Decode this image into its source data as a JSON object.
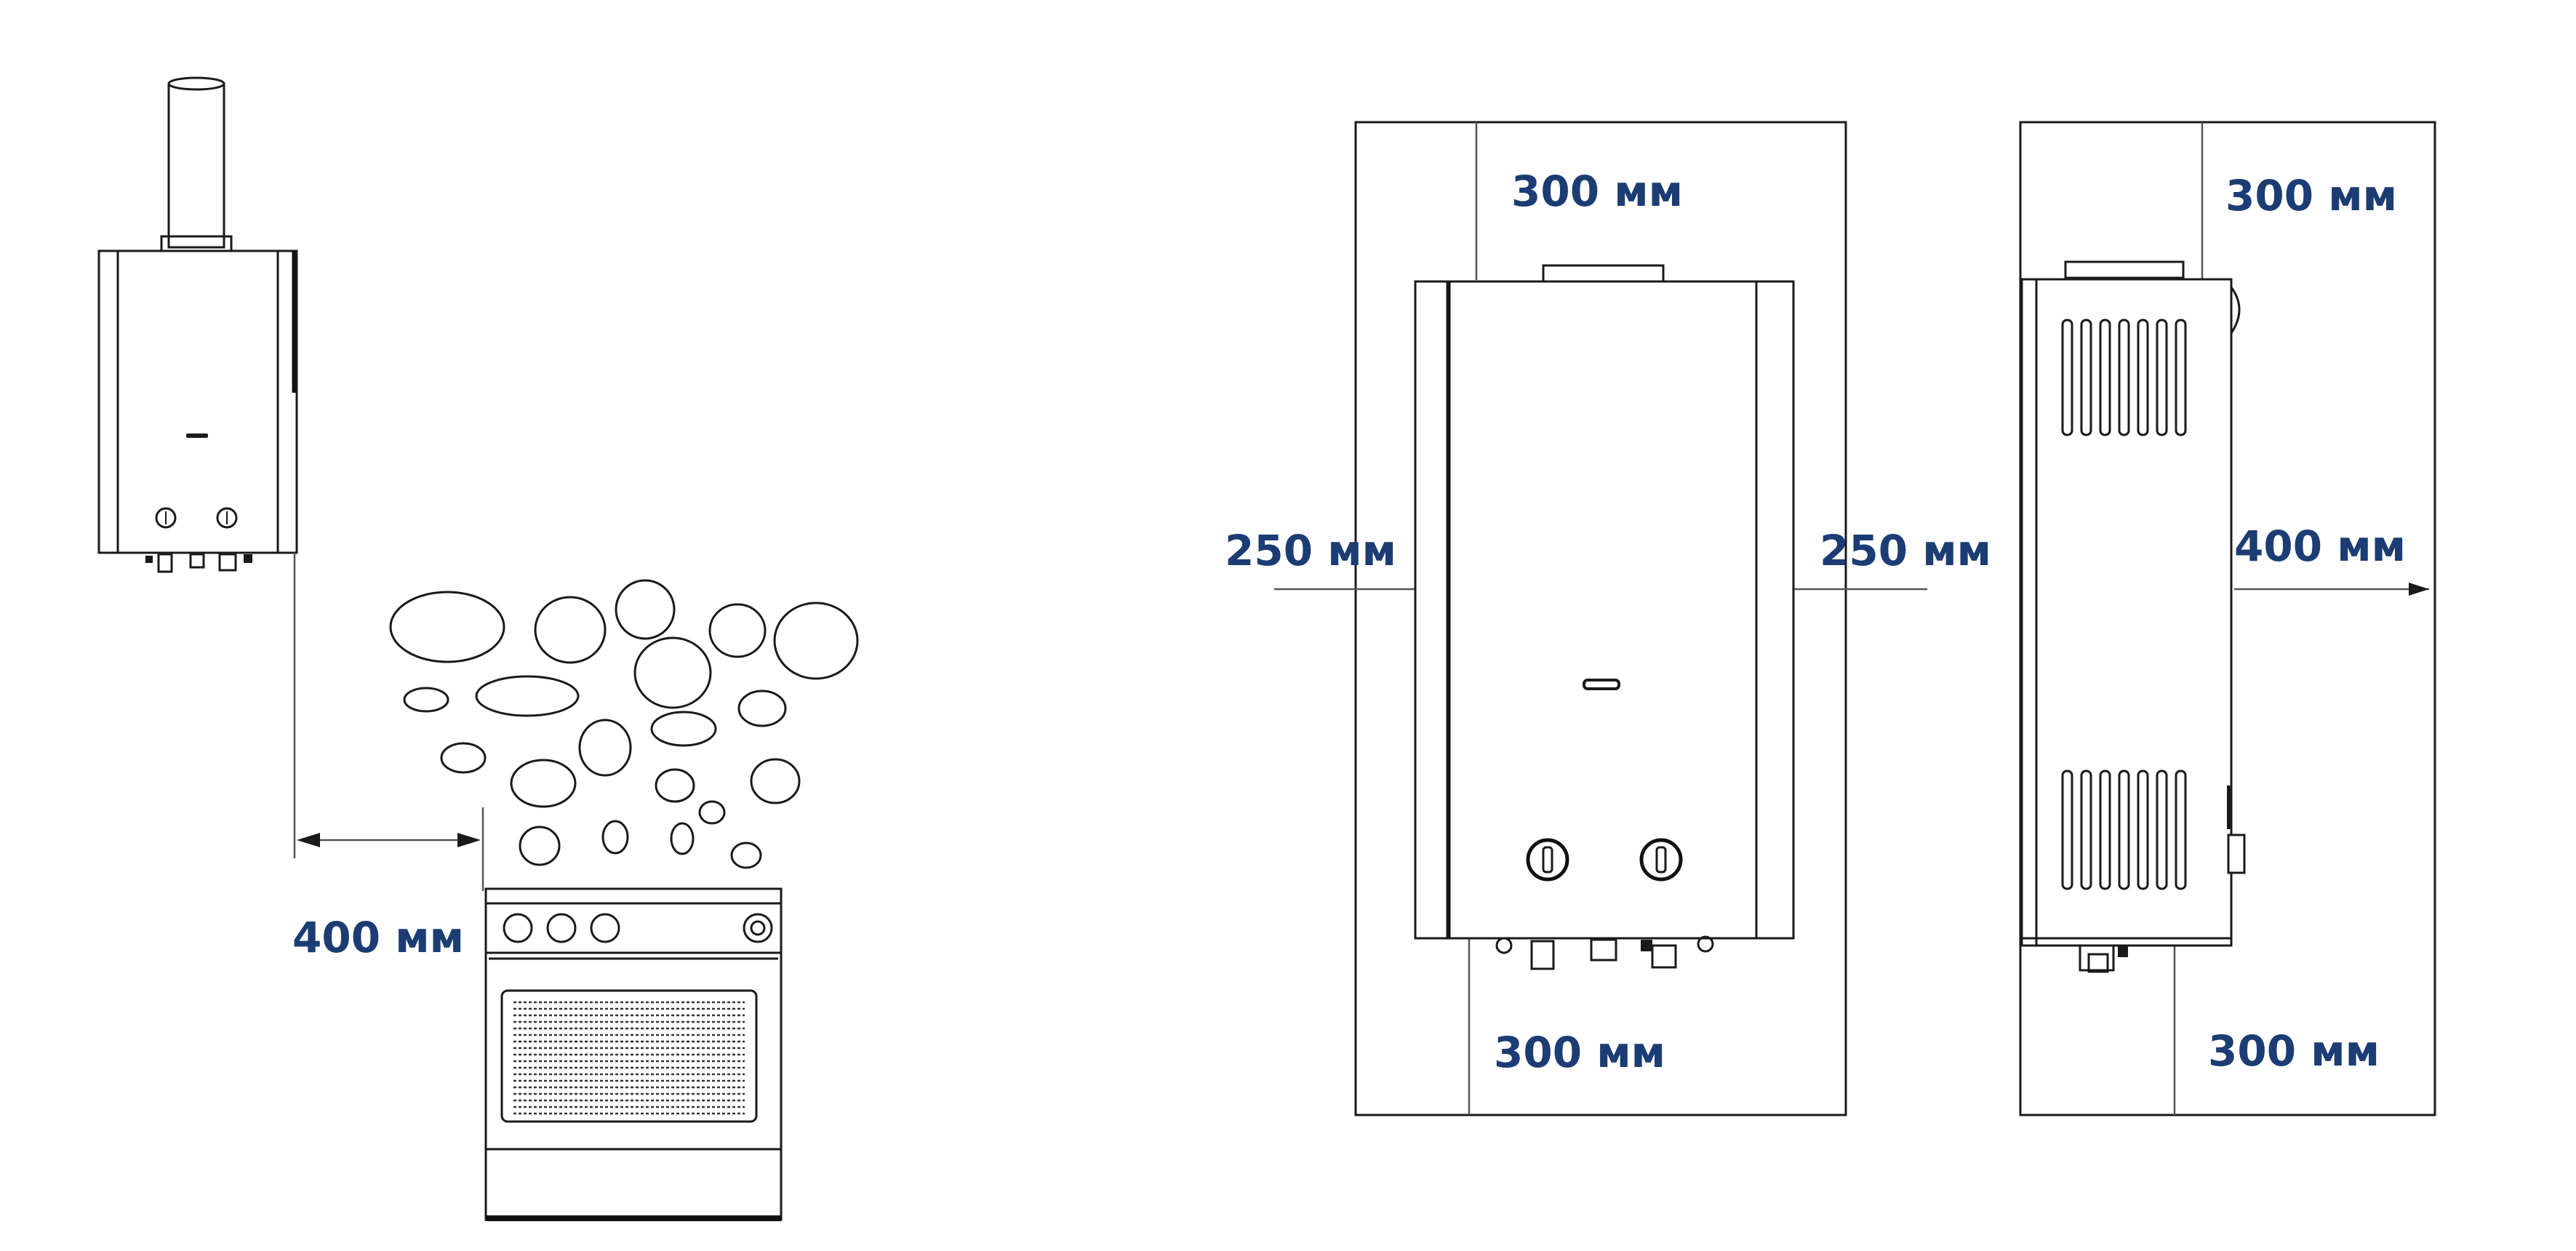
{
  "labels": {
    "stove_clearance": "400 мм",
    "front_top": "300 мм",
    "front_left": "250 мм",
    "front_right": "250 мм",
    "front_bottom": "300 мм",
    "side_top": "300 мм",
    "side_front": "400 мм",
    "side_bottom": "300 мм"
  },
  "colors": {
    "label": "#1c3d73",
    "line": "#1a1a1a"
  }
}
